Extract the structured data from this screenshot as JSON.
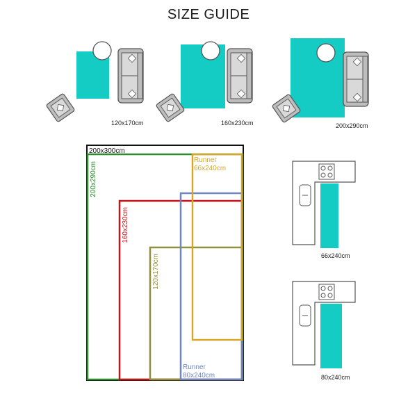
{
  "title": "SIZE GUIDE",
  "colors": {
    "rug": "#14ccc4",
    "size_200x300": "#111111",
    "size_200x290": "#2e8b2e",
    "size_160x230": "#c0151a",
    "size_120x170": "#8f8f3f",
    "runner_66x240": "#d4a72a",
    "runner_80x240": "#6f86c2"
  },
  "room_examples": [
    {
      "caption": "120x170cm"
    },
    {
      "caption": "160x230cm"
    },
    {
      "caption": "200x290cm"
    }
  ],
  "comparison": {
    "outer": "200x300cm",
    "green": "200x290cm",
    "red": "160x230cm",
    "olive": "120x170cm",
    "runner_gold_title": "Runner",
    "runner_gold_size": "66x240cm",
    "runner_blue_title": "Runner",
    "runner_blue_size": "80x240cm"
  },
  "kitchen_examples": [
    {
      "caption": "66x240cm"
    },
    {
      "caption": "80x240cm"
    }
  ]
}
